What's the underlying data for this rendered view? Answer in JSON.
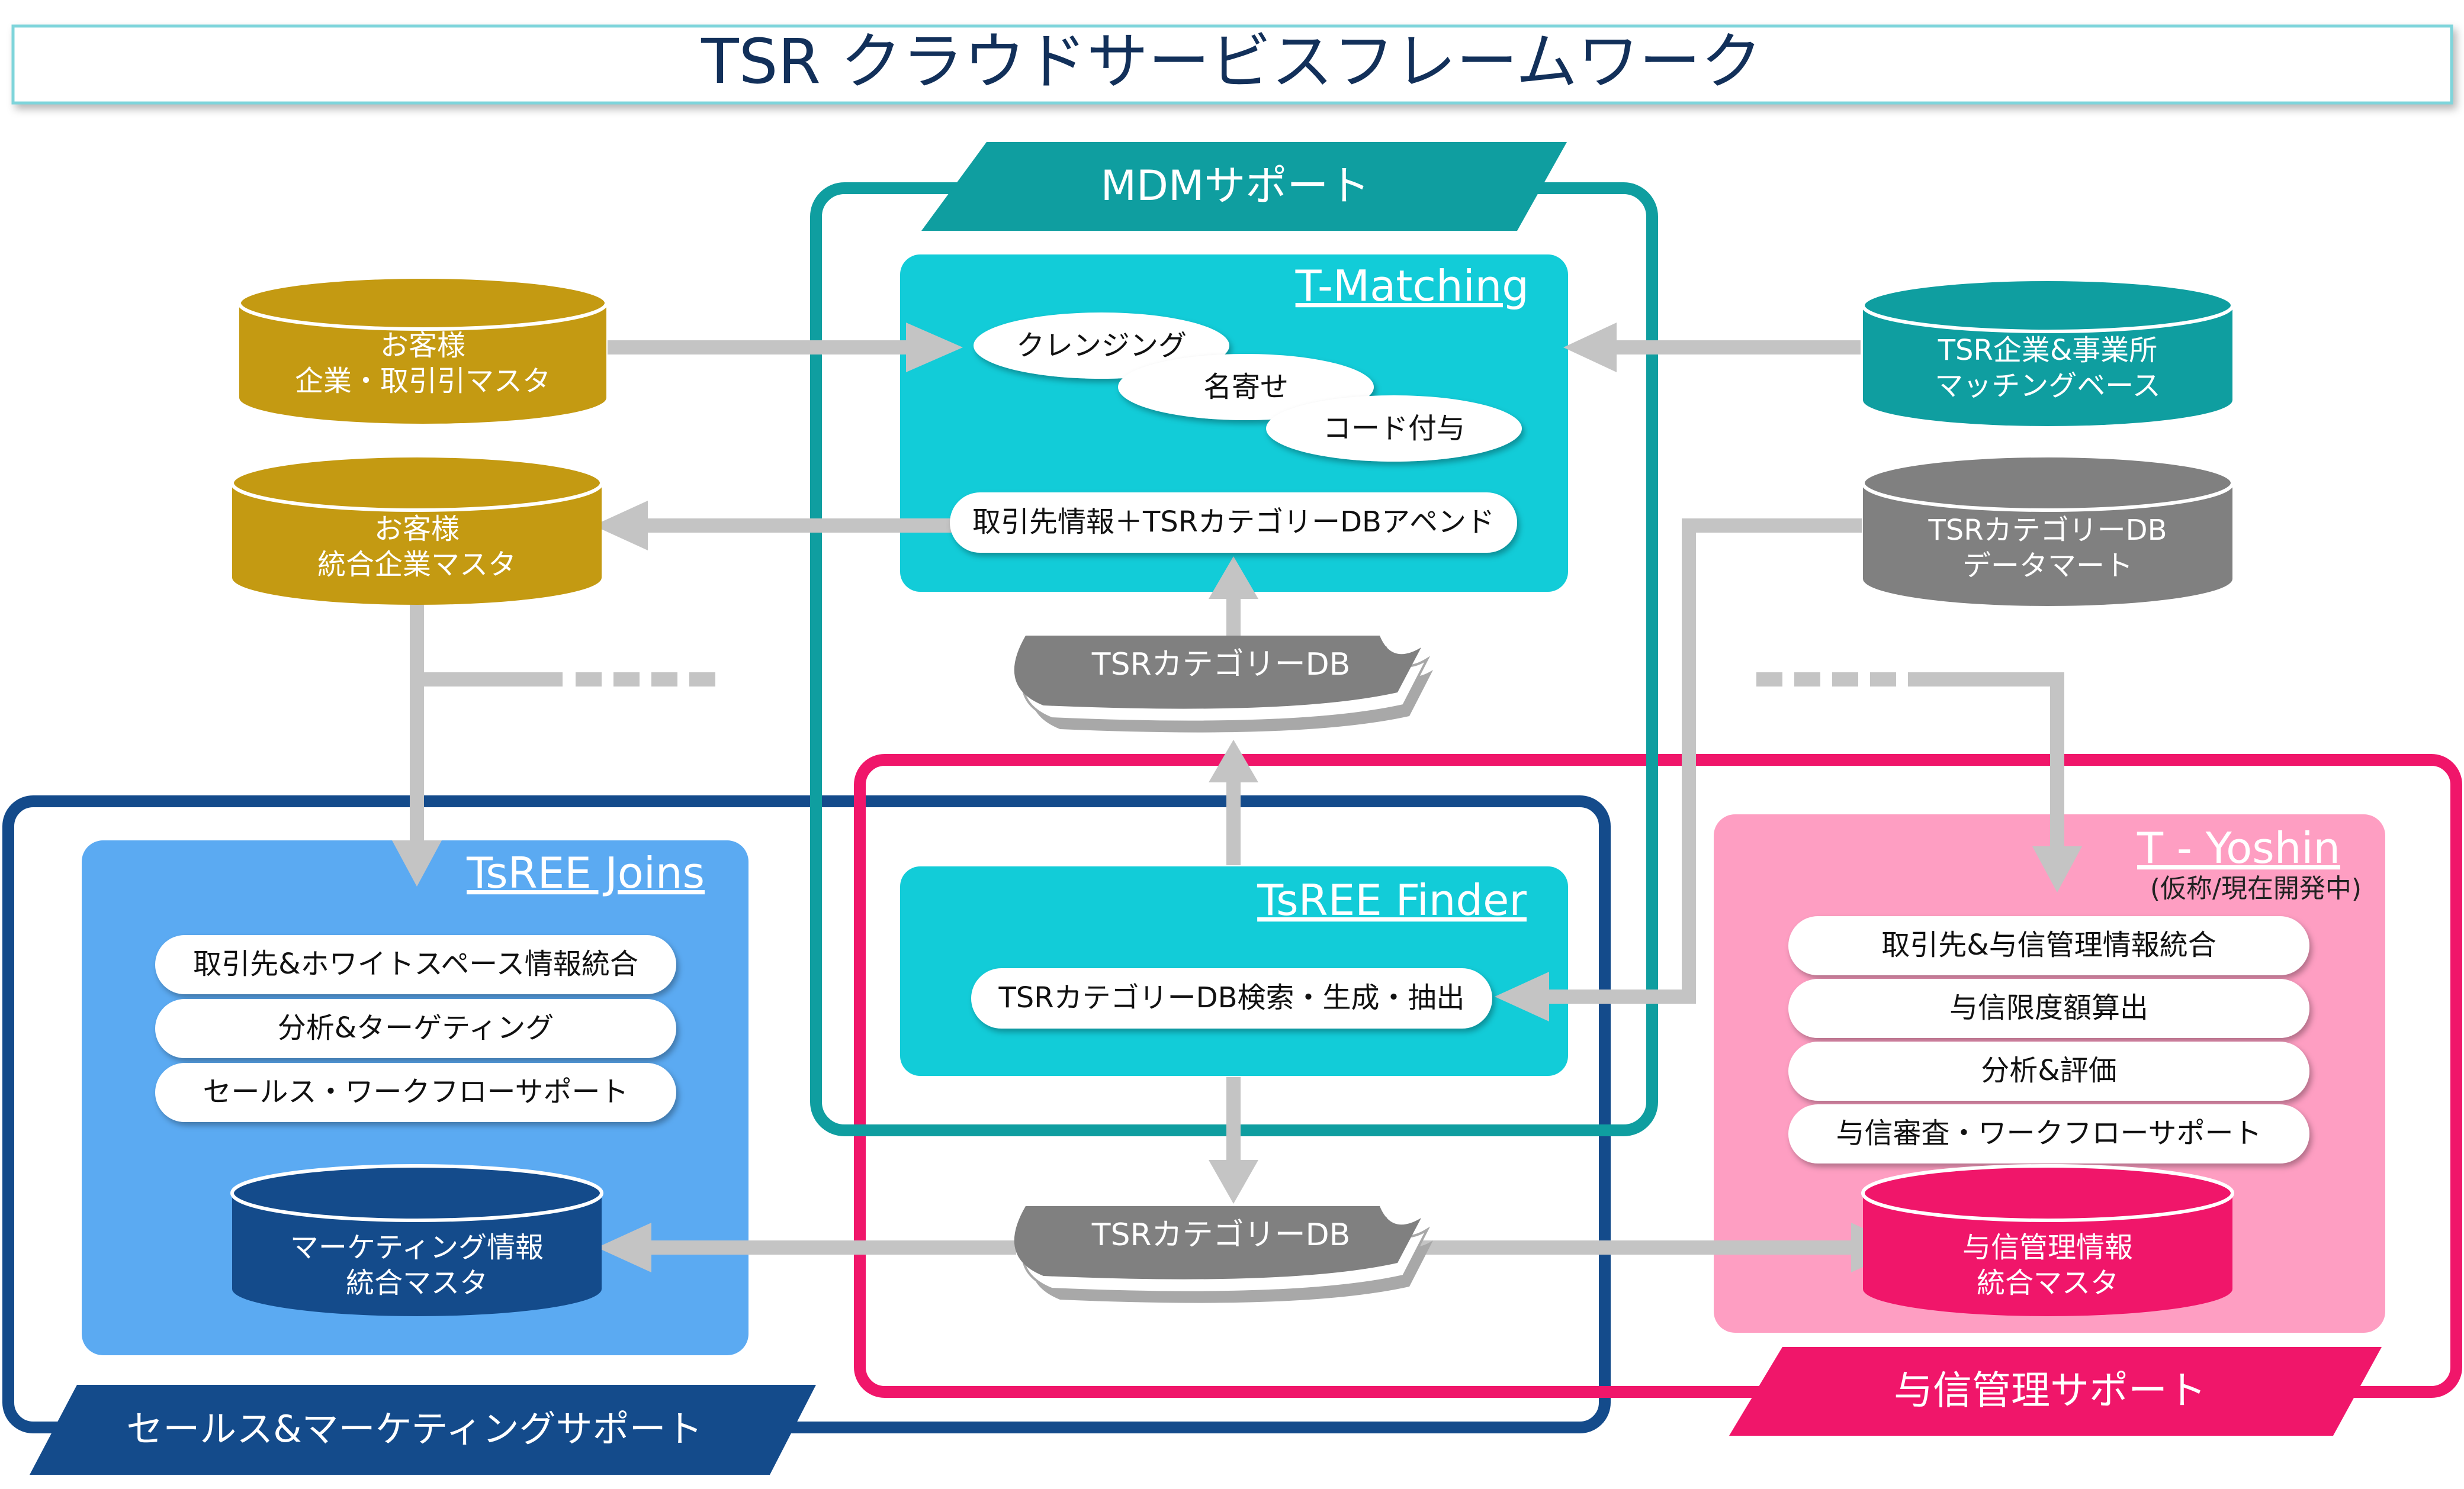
{
  "title": "TSR クラウドサービスフレームワーク",
  "colors": {
    "teal": "#0F9EA0",
    "cyan": "#12CCD8",
    "navy": "#144B8B",
    "blue": "#5BAAF2",
    "magenta": "#F0166A",
    "pink": "#FE9EC2",
    "gold": "#C49A12",
    "gray": "#808080",
    "arrow": "#C4C4C4"
  },
  "sections": {
    "mdm": "MDMサポート",
    "sales": "セールス&マーケティングサポート",
    "credit": "与信管理サポート"
  },
  "t_matching": {
    "title": "T-Matching",
    "steps": [
      "クレンジング",
      "名寄せ",
      "コード付与"
    ],
    "output": "取引先情報＋TSRカテゴリーDBアペンド"
  },
  "tsree_finder": {
    "title": "TsREE Finder",
    "function": "TSRカテゴリーDB検索・生成・抽出"
  },
  "tsree_joins": {
    "title": "TsREE Joins",
    "functions": [
      "取引先&ホワイトスペース情報統合",
      "分析&ターゲティング",
      "セールス・ワークフローサポート"
    ]
  },
  "t_yoshin": {
    "title": "T - Yoshin",
    "subtitle": "(仮称/現在開発中)",
    "functions": [
      "取引先&与信管理情報統合",
      "与信限度額算出",
      "分析&評価",
      "与信審査・ワークフローサポート"
    ]
  },
  "databases": {
    "customer_master": [
      "お客様",
      "企業・取引引マスタ"
    ],
    "customer_integrated": [
      "お客様",
      "統合企業マスタ"
    ],
    "tsr_matching_base": [
      "TSR企業&事業所",
      "マッチングベース"
    ],
    "tsr_category_mart": [
      "TSRカテゴリーDB",
      "データマート"
    ],
    "marketing_master": [
      "マーケティング情報",
      "統合マスタ"
    ],
    "credit_master": [
      "与信管理情報",
      "統合マスタ"
    ]
  },
  "category_db_label": "TSRカテゴリーDB"
}
